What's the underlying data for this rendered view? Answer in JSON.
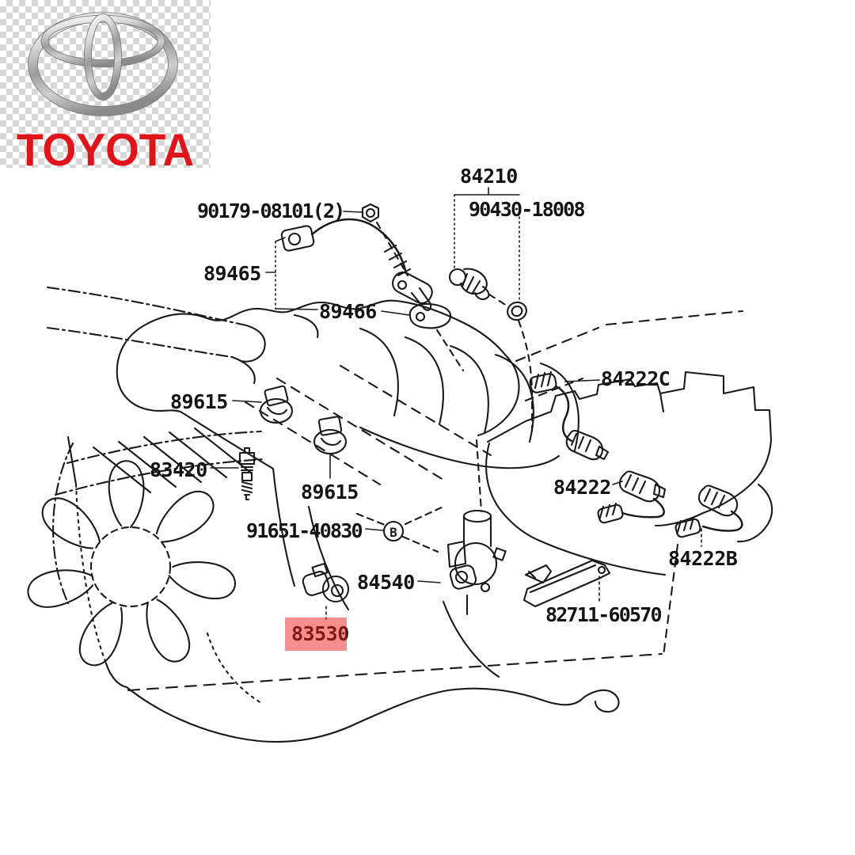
{
  "logo": {
    "brand": "TOYOTA",
    "brand_color": "#E0151B",
    "emblem_icon": "toyota-emblem",
    "transparency_checker_color": "#D7D7D7"
  },
  "diagram": {
    "type": "engine-parts-diagram",
    "line_color": "#1A1A1A",
    "highlighted_part": "83530",
    "highlight_color": "rgba(236,30,30,0.50)",
    "callout_b": "B",
    "labels": [
      {
        "id": "84210",
        "text": "84210"
      },
      {
        "id": "90430-18008",
        "text": "90430-18008"
      },
      {
        "id": "90179-08101",
        "text": "90179-08101(2)"
      },
      {
        "id": "89465",
        "text": "89465"
      },
      {
        "id": "89466",
        "text": "89466"
      },
      {
        "id": "89615-upper",
        "text": "89615"
      },
      {
        "id": "83420",
        "text": "83420"
      },
      {
        "id": "89615-lower",
        "text": "89615"
      },
      {
        "id": "91651-40830",
        "text": "91651-40830"
      },
      {
        "id": "84540",
        "text": "84540"
      },
      {
        "id": "83530",
        "text": "83530",
        "highlighted": true
      },
      {
        "id": "82711-60570",
        "text": "82711-60570"
      },
      {
        "id": "84222C",
        "text": "84222C"
      },
      {
        "id": "84222",
        "text": "84222"
      },
      {
        "id": "84222B",
        "text": "84222B"
      }
    ]
  }
}
